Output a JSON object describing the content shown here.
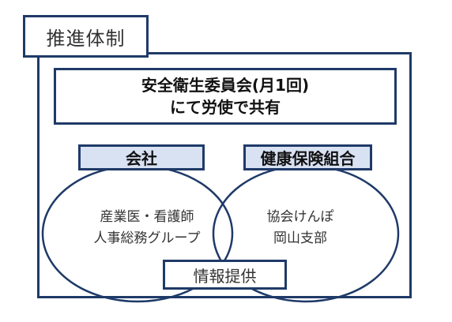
{
  "title": "推進体制",
  "committee": {
    "line1": "安全衛生委員会(月1回)",
    "line2": "にて労使で共有"
  },
  "company": {
    "label": "会社",
    "line1": "産業医・看護師",
    "line2": "人事総務グループ"
  },
  "kenpo": {
    "label": "健康保険組合",
    "line1": "協会けんぽ",
    "line2": "岡山支部"
  },
  "shared": "情報提供",
  "colors": {
    "border": "#1f3a68",
    "label_fill": "#d9e2f3"
  }
}
